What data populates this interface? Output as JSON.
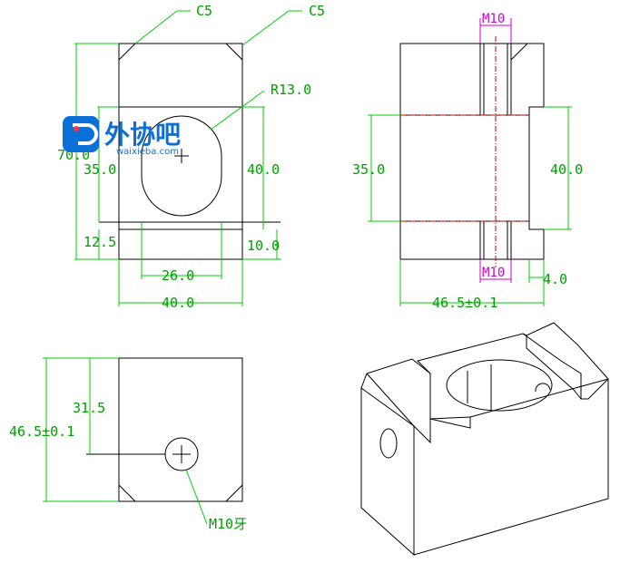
{
  "logo": {
    "name": "外协吧",
    "domain": "waixieba.com"
  },
  "front_view": {
    "chamfer_left": "C5",
    "chamfer_right": "C5",
    "radius": "R13.0",
    "dim_height": "70.0",
    "dim_inner_left": "35.0",
    "dim_bottom_left": "12.5",
    "dim_inner_right": "40.0",
    "dim_bottom_right": "10.0",
    "dim_slot_width": "26.0",
    "dim_width": "40.0"
  },
  "side_view": {
    "thread_top": "M10",
    "thread_bottom": "M10",
    "dim_left": "35.0",
    "dim_right": "40.0",
    "dim_step": "4.0",
    "dim_width": "46.5±0.1"
  },
  "top_view": {
    "dim_hole_offset": "31.5",
    "dim_depth": "46.5±0.1",
    "thread_hole": "M10牙"
  },
  "colors": {
    "dimension": "#00cc00",
    "thread": "#cc00cc",
    "centerline": "#cc0000",
    "outline": "#000000",
    "logo": "#0a6fd6"
  }
}
